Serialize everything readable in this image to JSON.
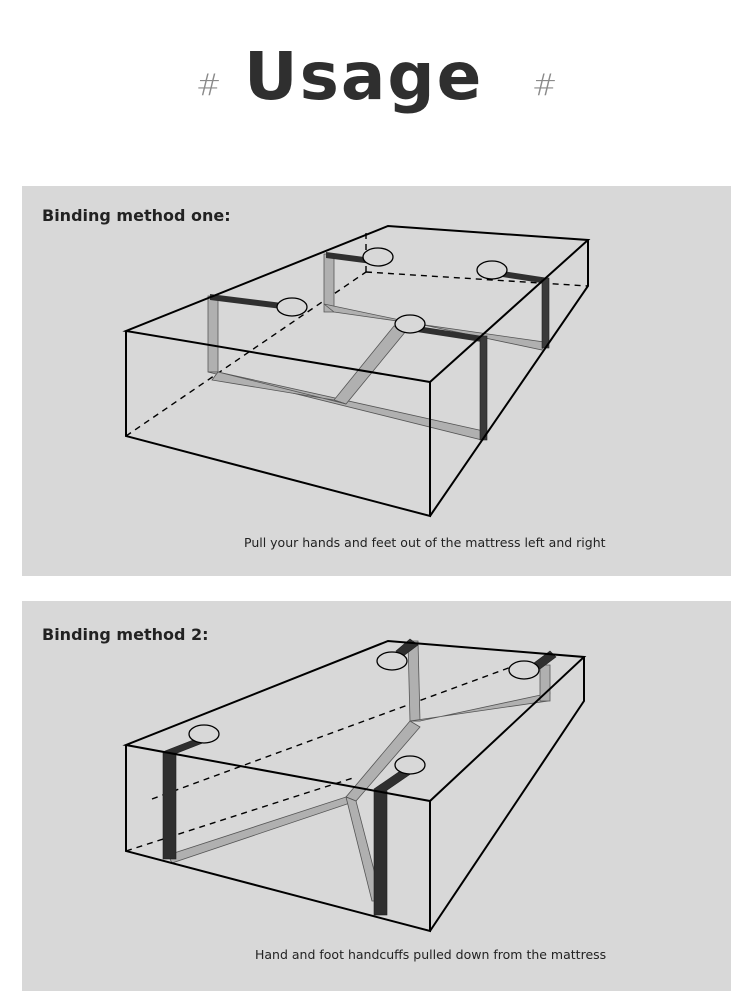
{
  "title": {
    "hash_left": "#",
    "text": "Usage",
    "hash_right": "#"
  },
  "panels": [
    {
      "label": "Binding method one:",
      "caption": "Pull your hands and feet out of the mattress left and right"
    },
    {
      "label": "Binding method 2:",
      "caption": "Hand and foot handcuffs pulled down from the mattress"
    }
  ],
  "colors": {
    "panel_bg": "#d8d8d8",
    "strap_dark": "#3a3a3a",
    "strap_light": "#b0b0b0",
    "outline": "#000000"
  }
}
